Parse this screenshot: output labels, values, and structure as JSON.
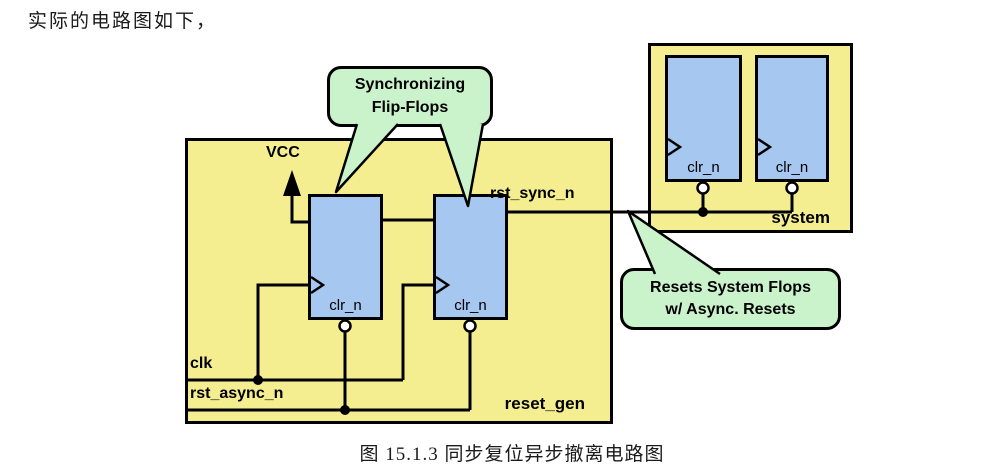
{
  "intro": {
    "text": "实际的电路图如下，"
  },
  "caption": {
    "text": "图 15.1.3 同步复位异步撤离电路图"
  },
  "reset_gen": {
    "label": "reset_gen",
    "vcc": "VCC",
    "clk": "clk",
    "rst_async": "rst_async_n",
    "rst_sync": "rst_sync_n",
    "flip_flops": [
      {
        "clr": "clr_n"
      },
      {
        "clr": "clr_n"
      }
    ]
  },
  "system": {
    "label": "system",
    "flip_flops": [
      {
        "clr": "clr_n"
      },
      {
        "clr": "clr_n"
      }
    ]
  },
  "callouts": {
    "sync": {
      "line1": "Synchronizing",
      "line2": "Flip-Flops"
    },
    "resets": {
      "line1": "Resets System Flops",
      "line2": "w/ Async. Resets"
    }
  },
  "colors": {
    "box_fill": "#F5EE90",
    "ff_fill": "#A6C8F0",
    "callout_fill": "#CBF3CB",
    "line": "#000000"
  }
}
